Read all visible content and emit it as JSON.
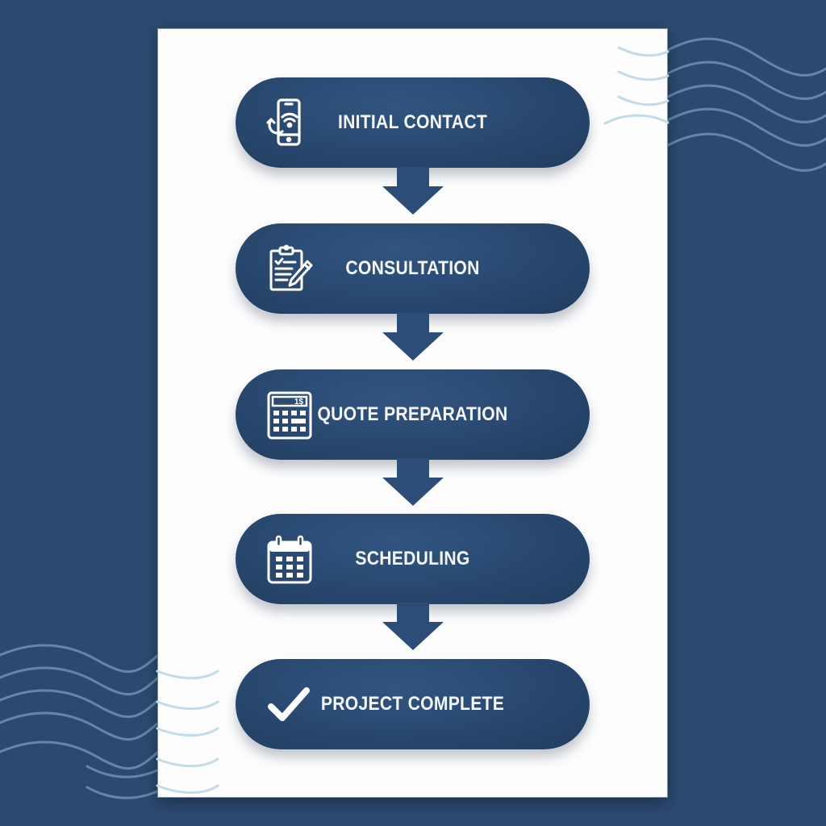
{
  "diagram": {
    "type": "vertical-flowchart",
    "colors": {
      "background": "#2c4a70",
      "card": "#fdfdfe",
      "step_fill": "#2a4a72",
      "step_text": "#f4f6fa",
      "arrow": "#2c4d78",
      "wave_on_dark": "#6a8db3",
      "wave_on_light": "#c3dbe8"
    },
    "steps": [
      {
        "label": "INITIAL CONTACT",
        "icon": "smartphone-signal-icon"
      },
      {
        "label": "CONSULTATION",
        "icon": "clipboard-pen-icon"
      },
      {
        "label": "QUOTE PREPARATION",
        "icon": "calculator-icon",
        "icon_text": "1$"
      },
      {
        "label": "SCHEDULING",
        "icon": "calendar-icon"
      },
      {
        "label": "PROJECT COMPLETE",
        "icon": "checkmark-icon"
      }
    ],
    "connectors": [
      "down-arrow",
      "down-arrow",
      "down-arrow",
      "down-arrow"
    ]
  }
}
